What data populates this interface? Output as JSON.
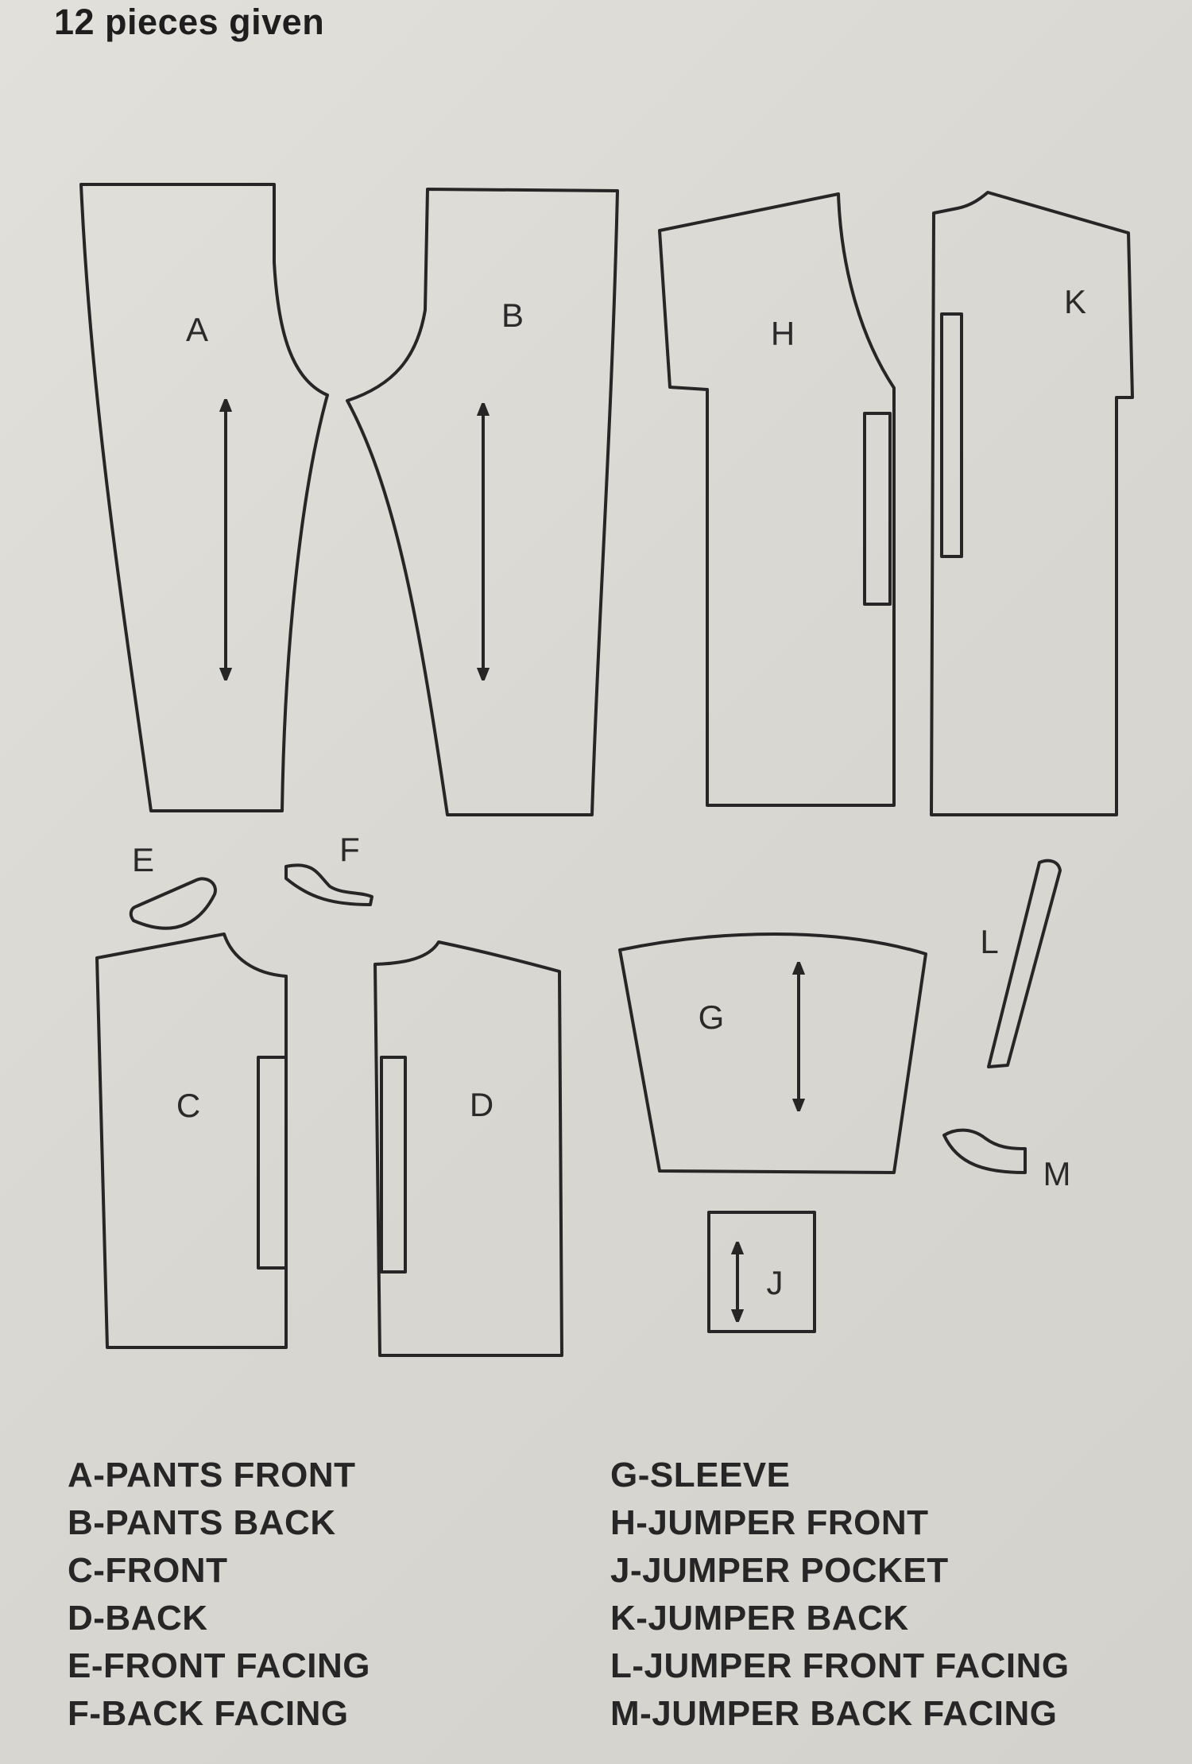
{
  "header": {
    "title": "12 pieces given"
  },
  "pieces": {
    "A": "A",
    "B": "B",
    "C": "C",
    "D": "D",
    "E": "E",
    "F": "F",
    "G": "G",
    "H": "H",
    "J": "J",
    "K": "K",
    "L": "L",
    "M": "M"
  },
  "legend": {
    "left": [
      "A-PANTS FRONT",
      "B-PANTS BACK",
      "C-FRONT",
      "D-BACK",
      "E-FRONT FACING",
      "F-BACK FACING"
    ],
    "right": [
      "G-SLEEVE",
      "H-JUMPER FRONT",
      "J-JUMPER POCKET",
      "K-JUMPER BACK",
      "L-JUMPER FRONT FACING",
      "M-JUMPER BACK FACING"
    ]
  }
}
